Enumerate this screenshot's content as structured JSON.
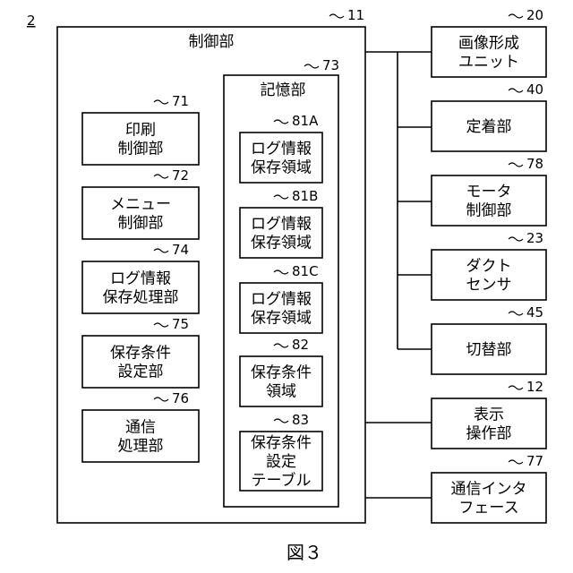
{
  "figure_label": "図３",
  "corner_ref": "2",
  "controller": {
    "label": "制御部",
    "ref": "11"
  },
  "storage": {
    "label": "記憶部",
    "ref": "73"
  },
  "control_blocks": [
    {
      "id": "print-control",
      "lines": [
        "印刷",
        "制御部"
      ],
      "ref": "71"
    },
    {
      "id": "menu-control",
      "lines": [
        "メニュー",
        "制御部"
      ],
      "ref": "72"
    },
    {
      "id": "log-save-processing",
      "lines": [
        "ログ情報",
        "保存処理部"
      ],
      "ref": "74"
    },
    {
      "id": "save-condition-setting",
      "lines": [
        "保存条件",
        "設定部"
      ],
      "ref": "75"
    },
    {
      "id": "communication-processing",
      "lines": [
        "通信",
        "処理部"
      ],
      "ref": "76"
    }
  ],
  "storage_blocks": [
    {
      "id": "log-area-a",
      "lines": [
        "ログ情報",
        "保存領域"
      ],
      "ref": "81A"
    },
    {
      "id": "log-area-b",
      "lines": [
        "ログ情報",
        "保存領域"
      ],
      "ref": "81B"
    },
    {
      "id": "log-area-c",
      "lines": [
        "ログ情報",
        "保存領域"
      ],
      "ref": "81C"
    },
    {
      "id": "save-condition-area",
      "lines": [
        "保存条件",
        "領域"
      ],
      "ref": "82"
    },
    {
      "id": "save-condition-table",
      "lines": [
        "保存条件",
        "設定",
        "テーブル"
      ],
      "ref": "83"
    }
  ],
  "external_blocks": [
    {
      "id": "image-forming-unit",
      "lines": [
        "画像形成",
        "ユニット"
      ],
      "ref": "20"
    },
    {
      "id": "fixing-unit",
      "lines": [
        "定着部"
      ],
      "ref": "40"
    },
    {
      "id": "motor-control",
      "lines": [
        "モータ",
        "制御部"
      ],
      "ref": "78"
    },
    {
      "id": "duct-sensor",
      "lines": [
        "ダクト",
        "センサ"
      ],
      "ref": "23"
    },
    {
      "id": "switching-unit",
      "lines": [
        "切替部"
      ],
      "ref": "45"
    },
    {
      "id": "display-operation-unit",
      "lines": [
        "表示",
        "操作部"
      ],
      "ref": "12"
    },
    {
      "id": "communication-interface",
      "lines": [
        "通信インタ",
        "フェース"
      ],
      "ref": "77"
    }
  ]
}
